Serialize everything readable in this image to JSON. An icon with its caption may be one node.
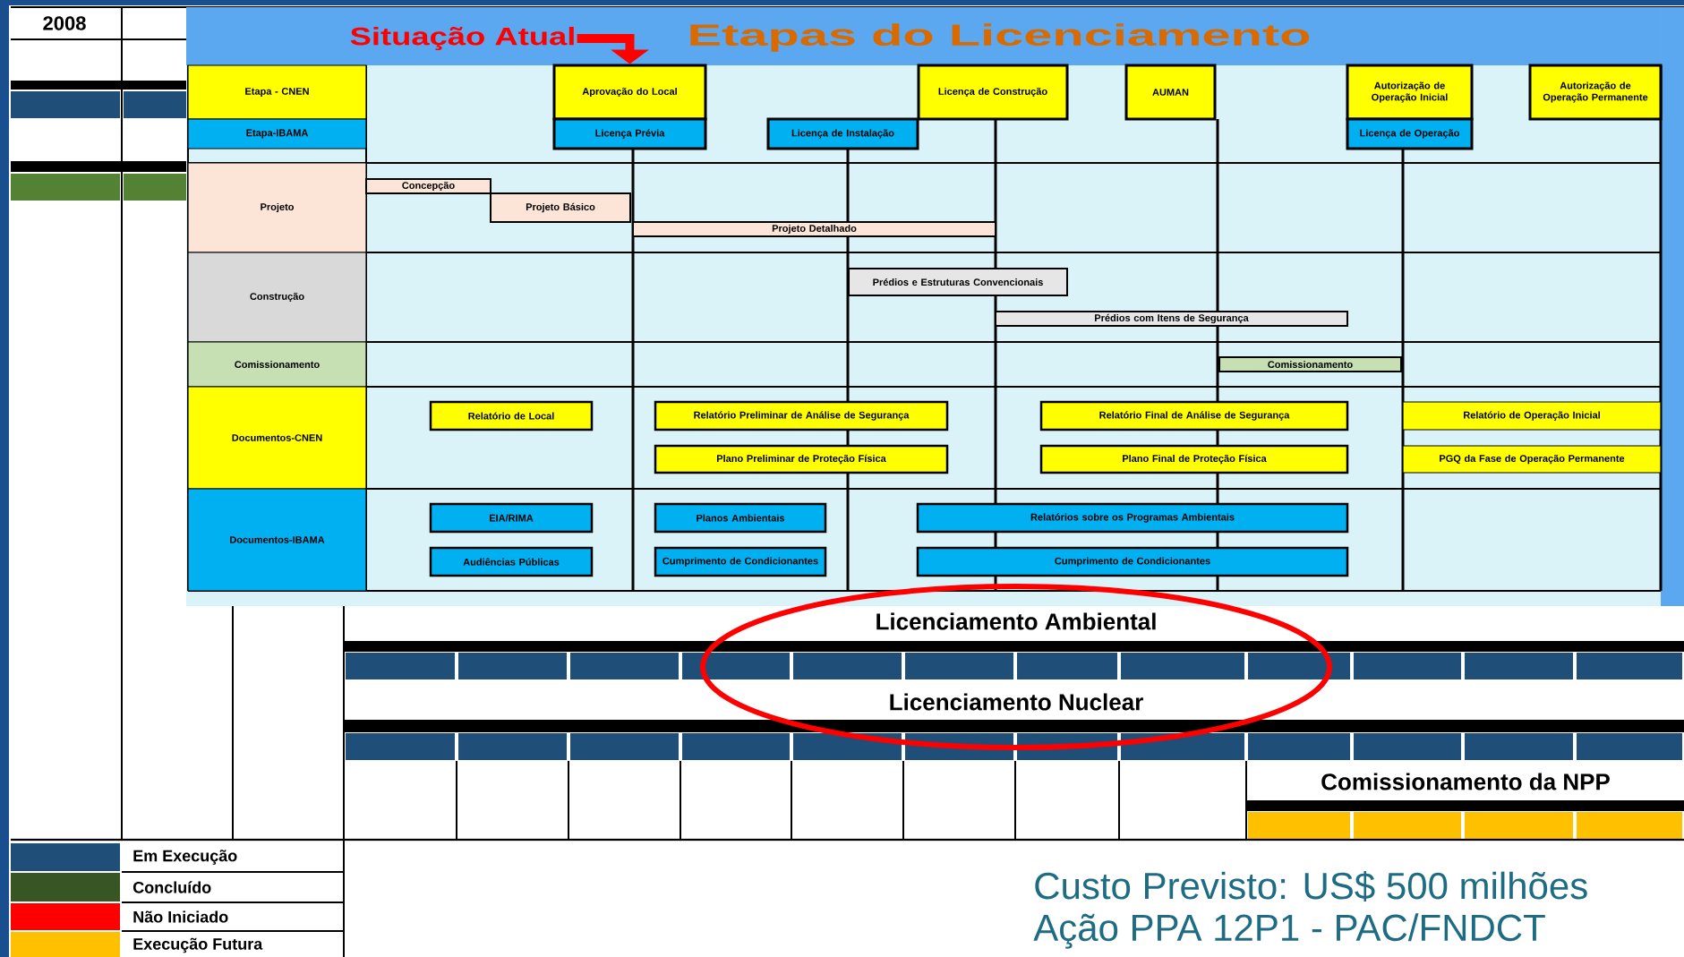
{
  "diagram": {
    "title": "Etapas do Licenciamento",
    "nodes": [
      {
        "text": [
          "Etapa - CNEN"
        ]
      },
      {
        "text": [
          "Etapa-IBAMA"
        ]
      },
      {
        "text": [
          "Aprovação do Local"
        ]
      },
      {
        "text": [
          "Licença Prévia"
        ]
      },
      {
        "text": [
          "Licença de Instalação"
        ]
      },
      {
        "text": [
          "Licença de Construção"
        ]
      },
      {
        "text": [
          "AUMAN"
        ]
      },
      {
        "text": [
          "Autorização de Operação Inicial"
        ]
      },
      {
        "text": [
          "Licença de Operação"
        ]
      },
      {
        "text": [
          "Autorização de Operação Permanente"
        ]
      },
      {
        "text": [
          "Projeto"
        ]
      },
      {
        "text": [
          "Concepção"
        ]
      },
      {
        "text": [
          "Projeto Básico"
        ]
      },
      {
        "text": [
          "Projeto Detalhado"
        ]
      },
      {
        "text": [
          "Construção"
        ]
      },
      {
        "text": [
          "Prédios e Estruturas Convencionais"
        ]
      },
      {
        "text": [
          "Prédios com Itens de Segurança"
        ]
      },
      {
        "text": [
          "Comissionamento"
        ]
      },
      {
        "text": [
          "Comissionamento"
        ]
      },
      {
        "text": [
          "Documentos-CNEN"
        ]
      },
      {
        "text": [
          "Relatório de Local"
        ]
      },
      {
        "text": [
          "Relatório Preliminar de Análise de Segurança"
        ]
      },
      {
        "text": [
          "Plano Preliminar de Proteção Física"
        ]
      },
      {
        "text": [
          "Relatório Final de Análise de Segurança"
        ]
      },
      {
        "text": [
          "Plano Final de Proteção Física"
        ]
      },
      {
        "text": [
          "Relatório de Operação Inicial"
        ]
      },
      {
        "text": [
          "PGQ da Fase de Operação Permanente"
        ]
      },
      {
        "text": [
          "Documentos-IBAMA"
        ]
      },
      {
        "text": [
          "EIA/RIMA"
        ]
      },
      {
        "text": [
          "Audiências Públicas"
        ]
      },
      {
        "text": [
          "Planos Ambientais"
        ]
      },
      {
        "text": [
          "Cumprimento de Condicionantes"
        ]
      },
      {
        "text": [
          "Relatórios sobre os Programas Ambientais"
        ]
      },
      {
        "text": [
          "Cumprimento de Condicionantes"
        ]
      },
      {
        "text": [
          "Situação Atual"
        ]
      }
    ],
    "edges": [
      {
        "from": 34,
        "to": 2,
        "arrow": "to"
      }
    ],
    "labels": [
      "2008",
      "Licenciamento Ambiental",
      "Licenciamento Nuclear",
      "Comissionamento da NPP",
      "Custo Previsto: US$ 500 milhões",
      "Ação PPA 12P1 - PAC/FNDCT"
    ],
    "legend": [
      {
        "text": "Em Execução",
        "color": "#1f4e79"
      },
      {
        "text": "Concluído",
        "color": "#375623"
      },
      {
        "text": "Não Iniciado",
        "color": "#ff0000"
      },
      {
        "text": "Execução Futura",
        "color": "#ffc000"
      }
    ]
  }
}
